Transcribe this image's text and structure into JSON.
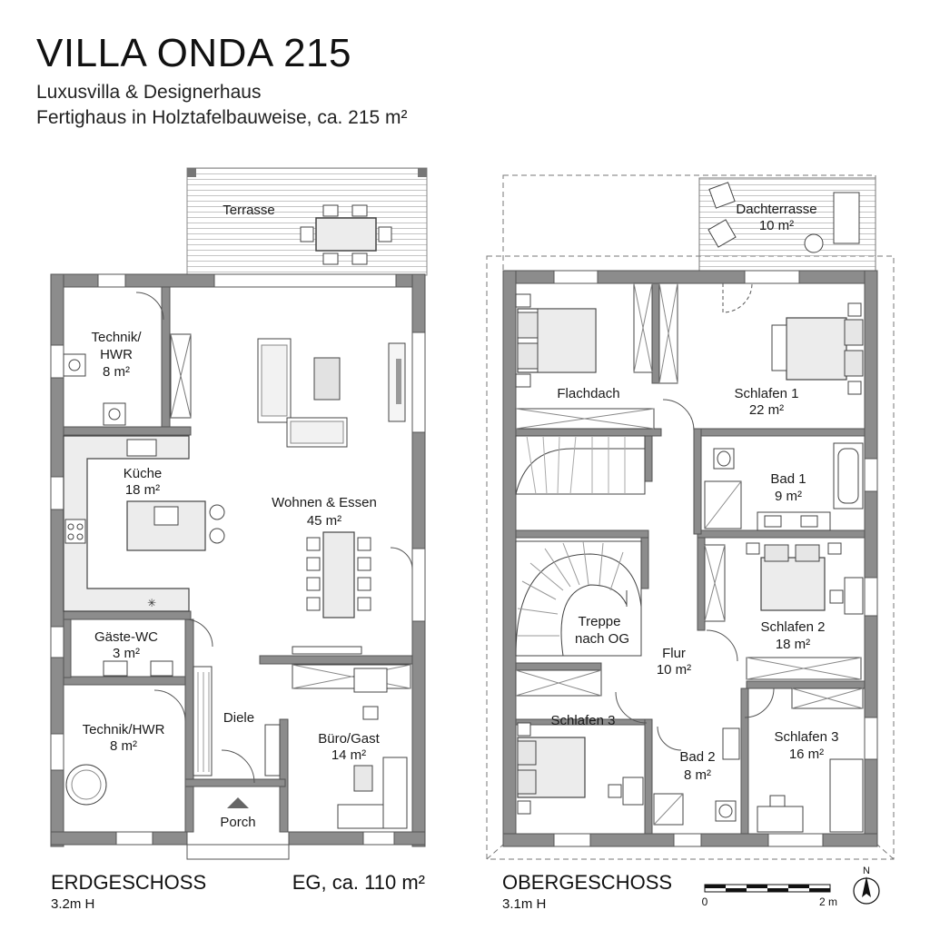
{
  "header": {
    "title": "VILLA ONDA 215",
    "subtitle1": "Luxusvilla & Designerhaus",
    "subtitle2": "Fertighaus in Holztafelbauweise, ca. 215 m²"
  },
  "ground_floor": {
    "name": "ERDGESCHOSS",
    "height": "3.2m H",
    "area": "EG, ca. 110 m²",
    "rooms": {
      "terrasse": "Terrasse",
      "technik1_name": "Technik/",
      "technik1_name2": "HWR",
      "technik1_area": "8 m²",
      "kueche_name": "Küche",
      "kueche_area": "18 m²",
      "wohnen_name": "Wohnen & Essen",
      "wohnen_area": "45 m²",
      "gaestewc_name": "Gäste-WC",
      "gaestewc_area": "3 m²",
      "technik2_name": "Technik/HWR",
      "technik2_area": "8 m²",
      "diele": "Diele",
      "buero_name": "Büro/Gast",
      "buero_area": "14 m²",
      "porch": "Porch"
    }
  },
  "upper_floor": {
    "name": "OBERGESCHOSS",
    "height": "3.1m H",
    "rooms": {
      "dachterrasse_name": "Dachterrasse",
      "dachterrasse_area": "10 m²",
      "flachdach": "Flachdach",
      "schlafen1_name": "Schlafen 1",
      "schlafen1_area": "22 m²",
      "bad1_name": "Bad 1",
      "bad1_area": "9 m²",
      "treppe1": "Treppe",
      "treppe2": "nach OG",
      "flur_name": "Flur",
      "flur_area": "10 m²",
      "schlafen2_name": "Schlafen 2",
      "schlafen2_area": "18 m²",
      "schlafen3a_name": "Schlafen 3",
      "bad2_name": "Bad 2",
      "bad2_area": "8 m²",
      "schlafen3b_name": "Schlafen 3",
      "schlafen3b_area": "16 m²"
    }
  },
  "scale": {
    "zero": "0",
    "end": "2 m",
    "north": "N"
  }
}
